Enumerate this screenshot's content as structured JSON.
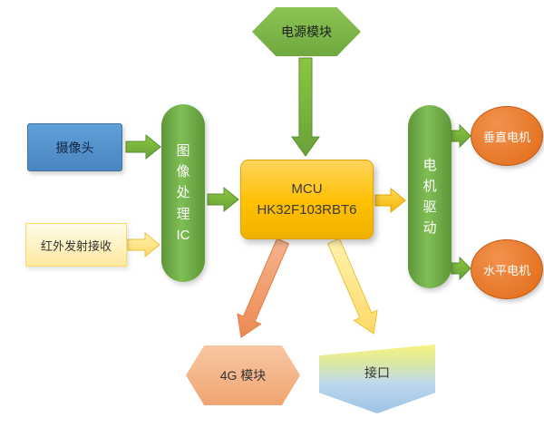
{
  "diagram": {
    "nodes": {
      "power": {
        "label": "电源模块"
      },
      "camera": {
        "label": "摄像头"
      },
      "infrared": {
        "label": "红外发射接收"
      },
      "image_ic": {
        "label": "图像处理IC"
      },
      "mcu": {
        "line1": "MCU",
        "line2": "HK32F103RBT6"
      },
      "motor_driver": {
        "label": "电机驱动"
      },
      "v_motor": {
        "label": "垂直电机"
      },
      "h_motor": {
        "label": "水平电机"
      },
      "module_4g": {
        "label": "4G 模块"
      },
      "interface": {
        "label": "接口"
      }
    },
    "edges": [
      {
        "from": "电源模块",
        "to": "MCU",
        "style": "green"
      },
      {
        "from": "摄像头",
        "to": "图像处理IC",
        "style": "green"
      },
      {
        "from": "红外发射接收",
        "to": "图像处理IC",
        "style": "yellow"
      },
      {
        "from": "图像处理IC",
        "to": "MCU",
        "style": "green"
      },
      {
        "from": "MCU",
        "to": "电机驱动",
        "style": "orange"
      },
      {
        "from": "电机驱动",
        "to": "垂直电机",
        "style": "green"
      },
      {
        "from": "电机驱动",
        "to": "水平电机",
        "style": "green"
      },
      {
        "from": "MCU",
        "to": "4G 模块",
        "style": "salmon"
      },
      {
        "from": "MCU",
        "to": "接口",
        "style": "yellow"
      }
    ],
    "colors": {
      "green": "#70AD47",
      "blue": "#5B9BD5",
      "light_yellow": "#FFE699",
      "orange": "#FFC000",
      "red_orange": "#E06A14",
      "salmon": "#F4B183",
      "light_blue": "#9DC3E6"
    }
  }
}
